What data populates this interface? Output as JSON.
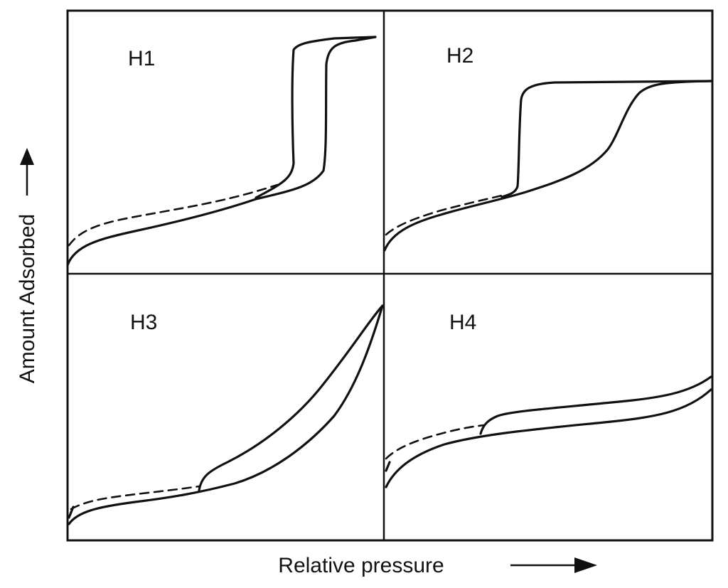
{
  "axes": {
    "y_label": "Amount Adsorbed",
    "x_label": "Relative pressure"
  },
  "panels": [
    {
      "id": "h1",
      "label": "H1"
    },
    {
      "id": "h2",
      "label": "H2"
    },
    {
      "id": "h3",
      "label": "H3"
    },
    {
      "id": "h4",
      "label": "H4"
    }
  ],
  "icons": {
    "x_arrow": "arrow-right-icon",
    "y_arrow": "arrow-up-icon"
  }
}
